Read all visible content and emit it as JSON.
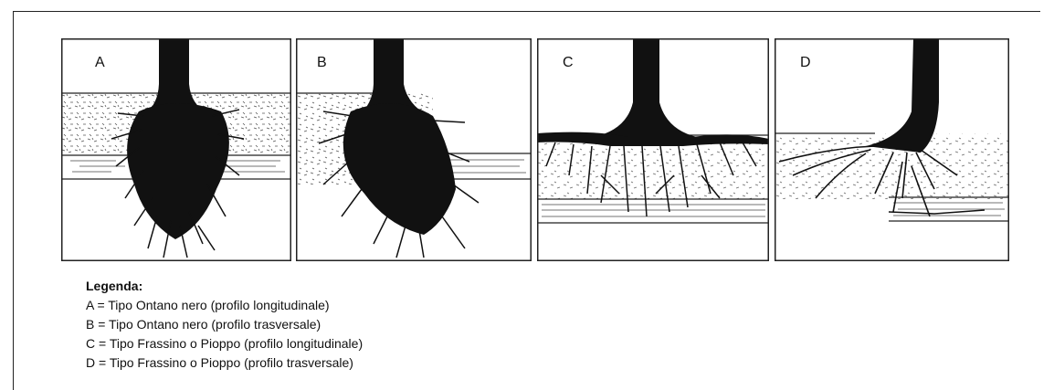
{
  "panels": [
    {
      "letter": "A"
    },
    {
      "letter": "B"
    },
    {
      "letter": "C"
    },
    {
      "letter": "D"
    }
  ],
  "legend": {
    "title": "Legenda:",
    "items": [
      "A = Tipo Ontano nero (profilo longitudinale)",
      "B = Tipo Ontano nero (profilo trasversale)",
      "C = Tipo Frassino o Pioppo (profilo longitudinale)",
      "D = Tipo Frassino o Pioppo (profilo trasversale)"
    ]
  }
}
